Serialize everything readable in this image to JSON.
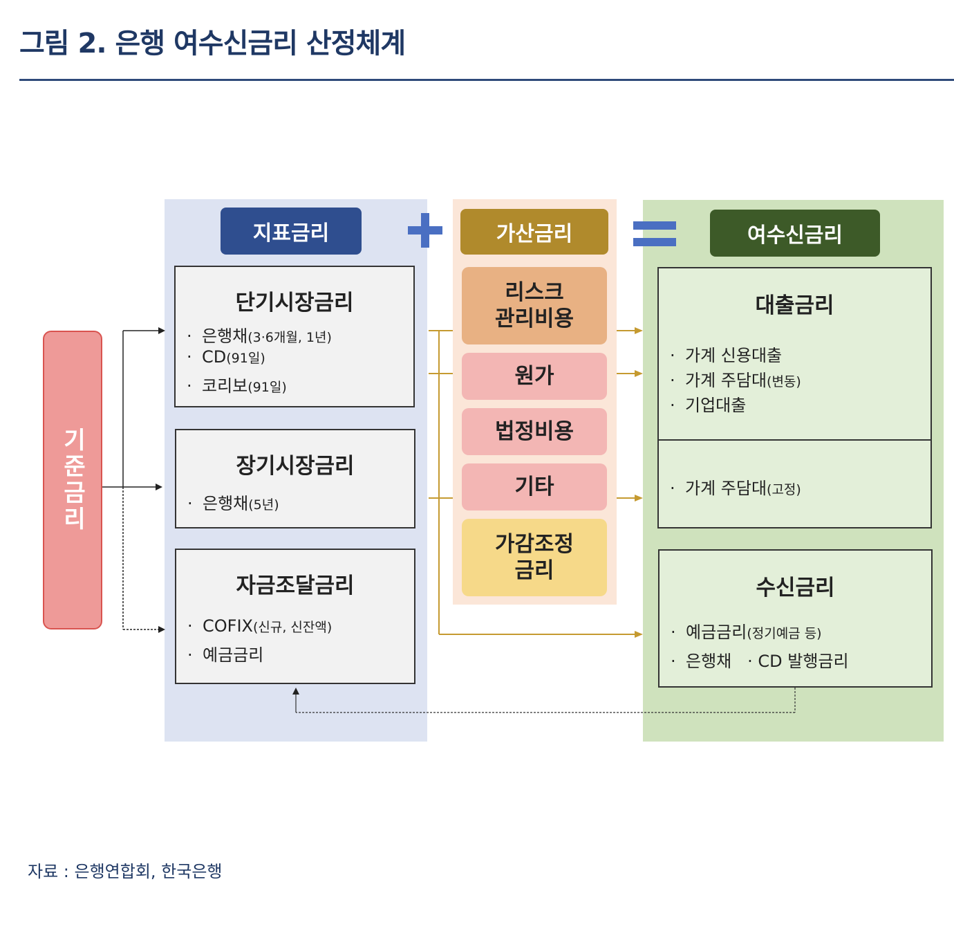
{
  "figure": {
    "title": "그림 2. 은행 여수신금리 산정체계",
    "source": "자료 : 은행연합회, 한국은행"
  },
  "base_rate": {
    "label": "기준금리"
  },
  "operators": {
    "plus": "+",
    "equals": "="
  },
  "index_rates": {
    "header": "지표금리",
    "short_term": {
      "title": "단기시장금리",
      "items": [
        {
          "main": "은행채",
          "sub": "(3·6개월, 1년)"
        },
        {
          "main": "CD",
          "sub": "(91일)"
        },
        {
          "main": "코리보",
          "sub": "(91일)"
        }
      ]
    },
    "long_term": {
      "title": "장기시장금리",
      "items": [
        {
          "main": "은행채",
          "sub": "(5년)"
        }
      ]
    },
    "funding": {
      "title": "자금조달금리",
      "items": [
        {
          "main": "COFIX",
          "sub": "(신규, 신잔액)"
        },
        {
          "main": "예금금리",
          "sub": ""
        }
      ]
    }
  },
  "spread": {
    "header": "가산금리",
    "items": [
      "리스크\n관리비용",
      "원가",
      "법정비용",
      "기타",
      "가감조정\n금리"
    ],
    "colors": [
      "#e8b183",
      "#f3b6b4",
      "#f3b6b4",
      "#f3b6b4",
      "#f6d989"
    ]
  },
  "deposit_loan_rates": {
    "header": "여수신금리",
    "loan": {
      "title": "대출금리",
      "items_variable": [
        {
          "main": "가계 신용대출",
          "sub": ""
        },
        {
          "main": "가계 주담대",
          "sub": "(변동)"
        },
        {
          "main": "기업대출",
          "sub": ""
        }
      ],
      "items_fixed": [
        {
          "main": "가계 주담대",
          "sub": "(고정)"
        }
      ]
    },
    "deposit": {
      "title": "수신금리",
      "items": [
        {
          "main": "예금금리",
          "sub": "(정기예금 등)"
        },
        {
          "main": "은행채   · CD 발행금리",
          "sub": ""
        }
      ]
    }
  },
  "colors": {
    "title": "#1f3864",
    "index_panel": "#dde3f2",
    "index_header": "#2f4e8f",
    "spread_panel": "#fbe6d8",
    "spread_header": "#b08a2c",
    "rates_panel": "#cfe2bd",
    "rates_header": "#3d5a28",
    "rates_box": "#e3efd9",
    "base_rate": "#ee9a98",
    "operator": "#4a6fc2",
    "arrow_gold": "#c59a30"
  }
}
